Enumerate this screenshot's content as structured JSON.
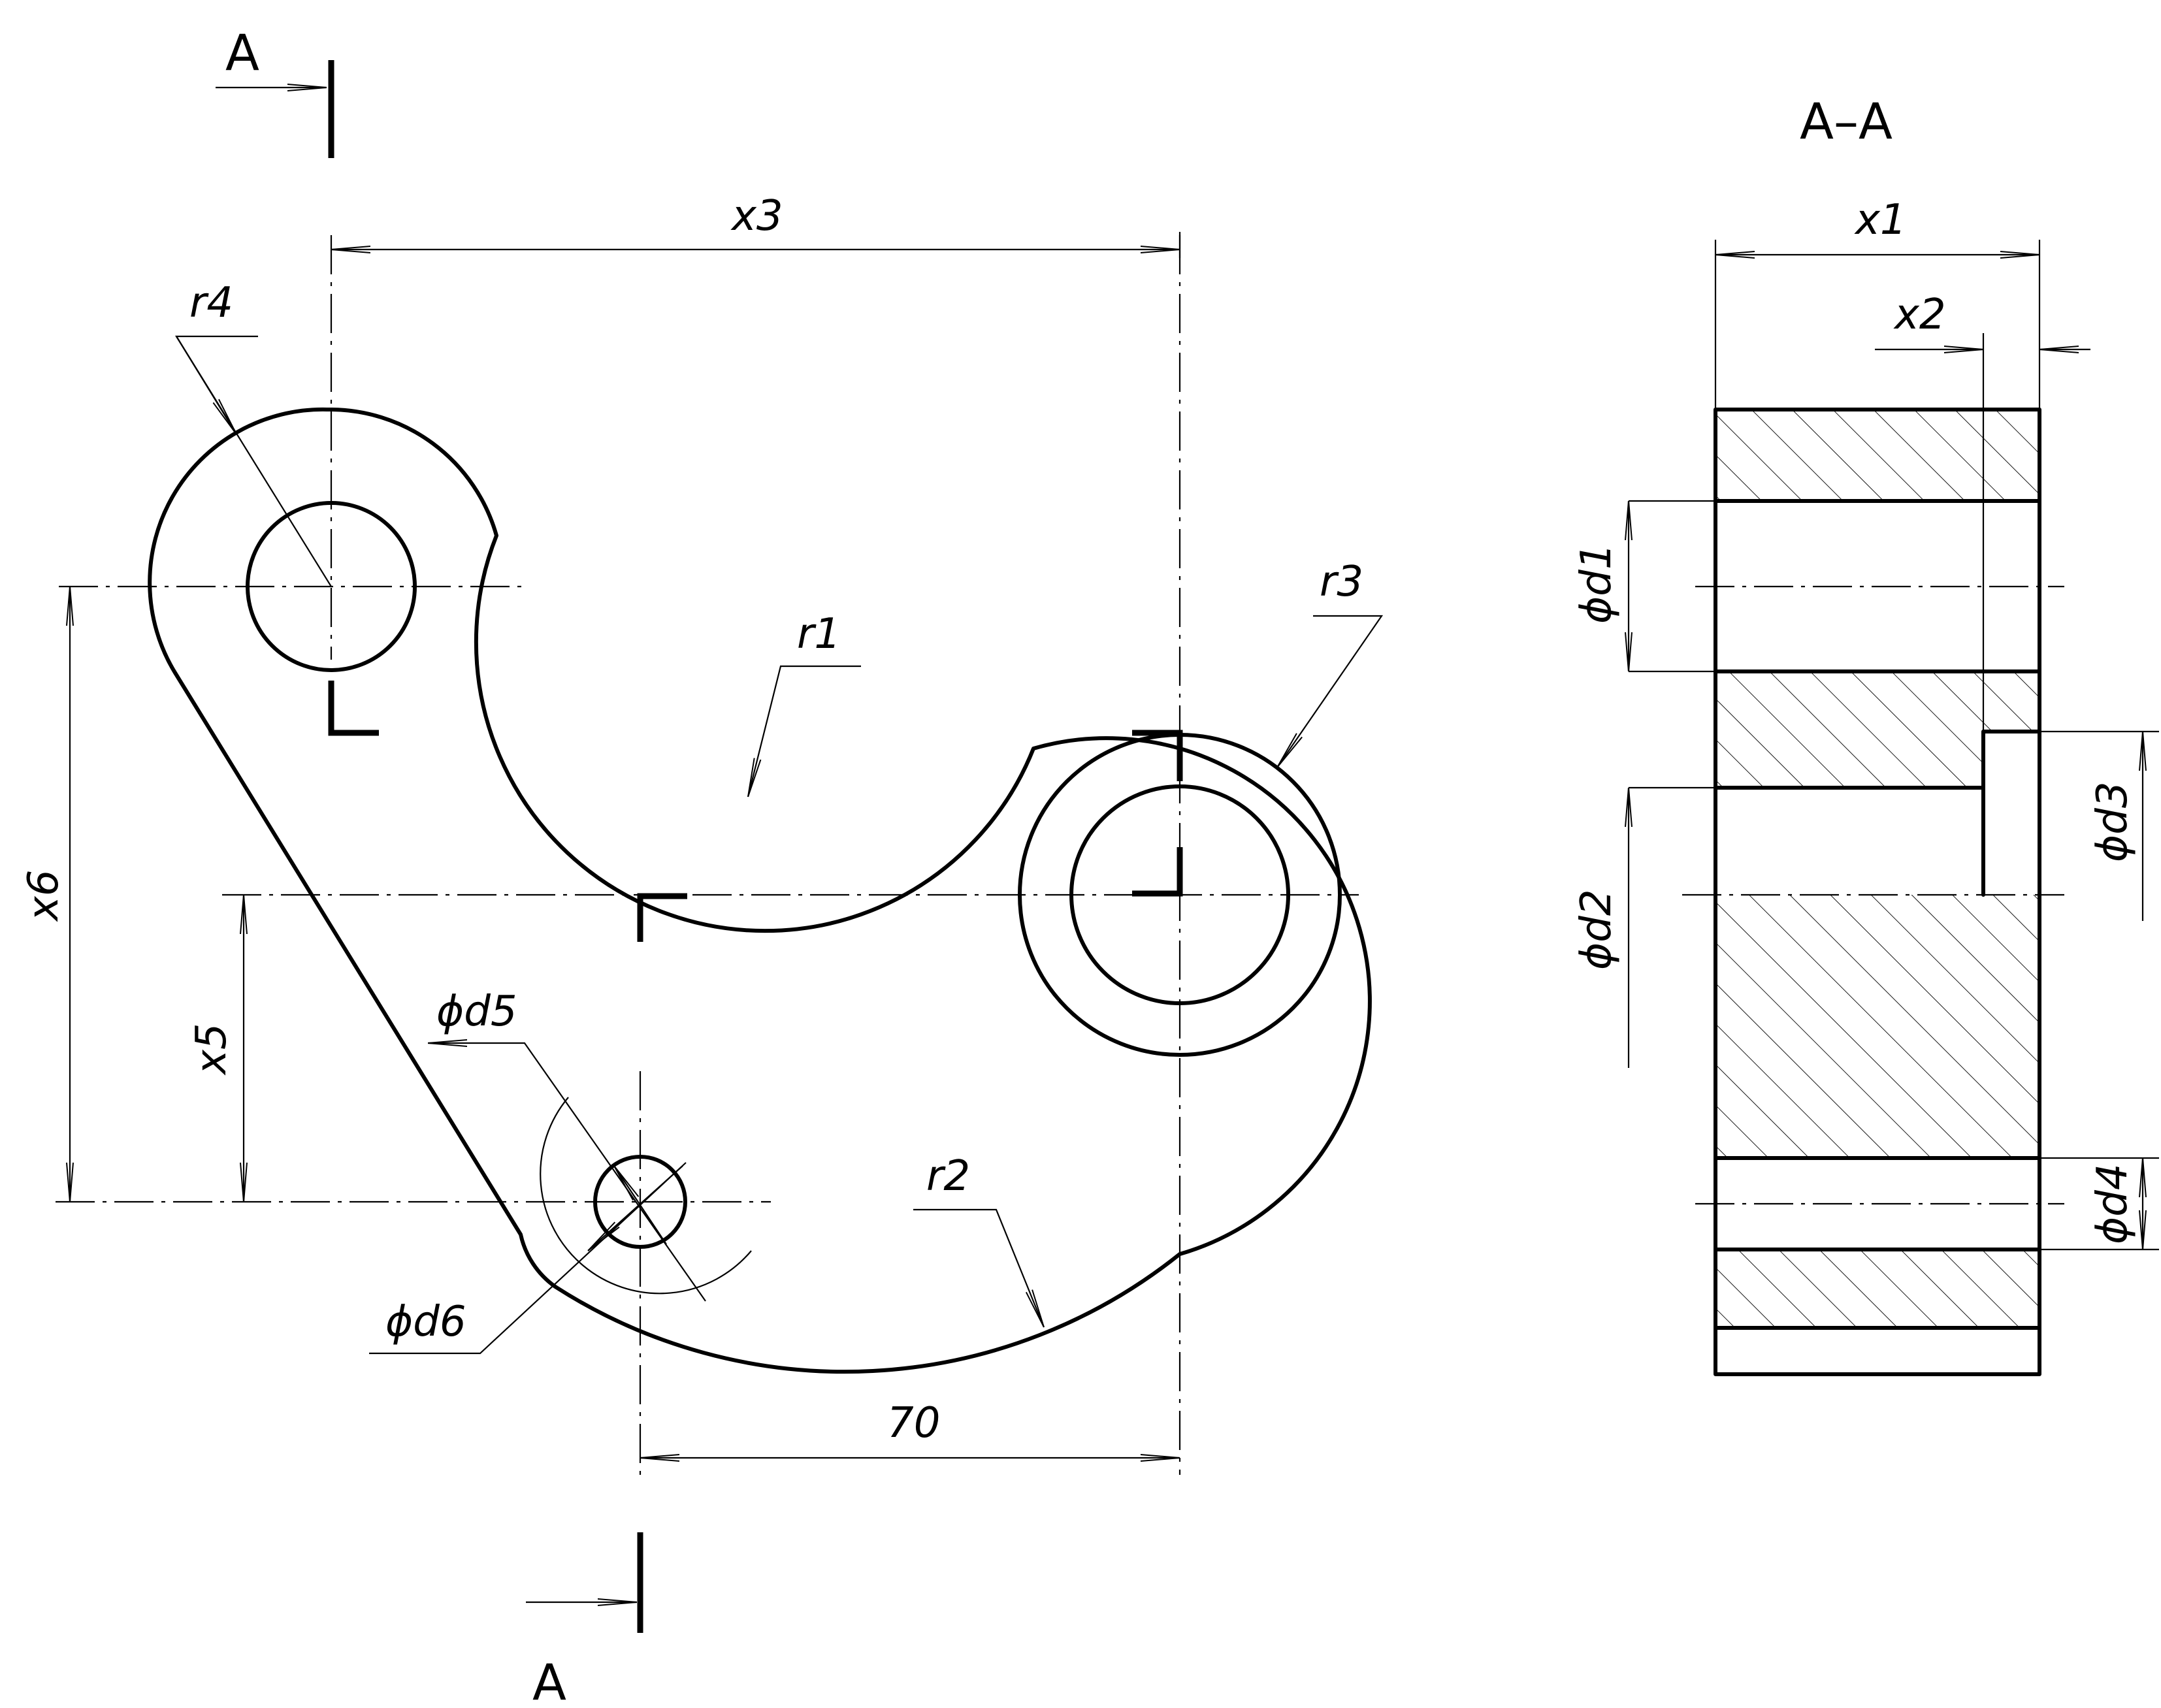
{
  "section_marks": {
    "top_letter": "A",
    "bottom_letter": "A",
    "section_title": "A–A"
  },
  "dimensions": {
    "x1": "x1",
    "x2": "x2",
    "x3": "x3",
    "x5": "x5",
    "x6": "x6",
    "r1": "r1",
    "r2": "r2",
    "r3": "r3",
    "r4": "r4",
    "d1": "ϕd1",
    "d2": "ϕd2",
    "d3": "ϕd3",
    "d4": "ϕd4",
    "d5": "ϕd5",
    "d6": "ϕd6",
    "dim70": "70"
  }
}
